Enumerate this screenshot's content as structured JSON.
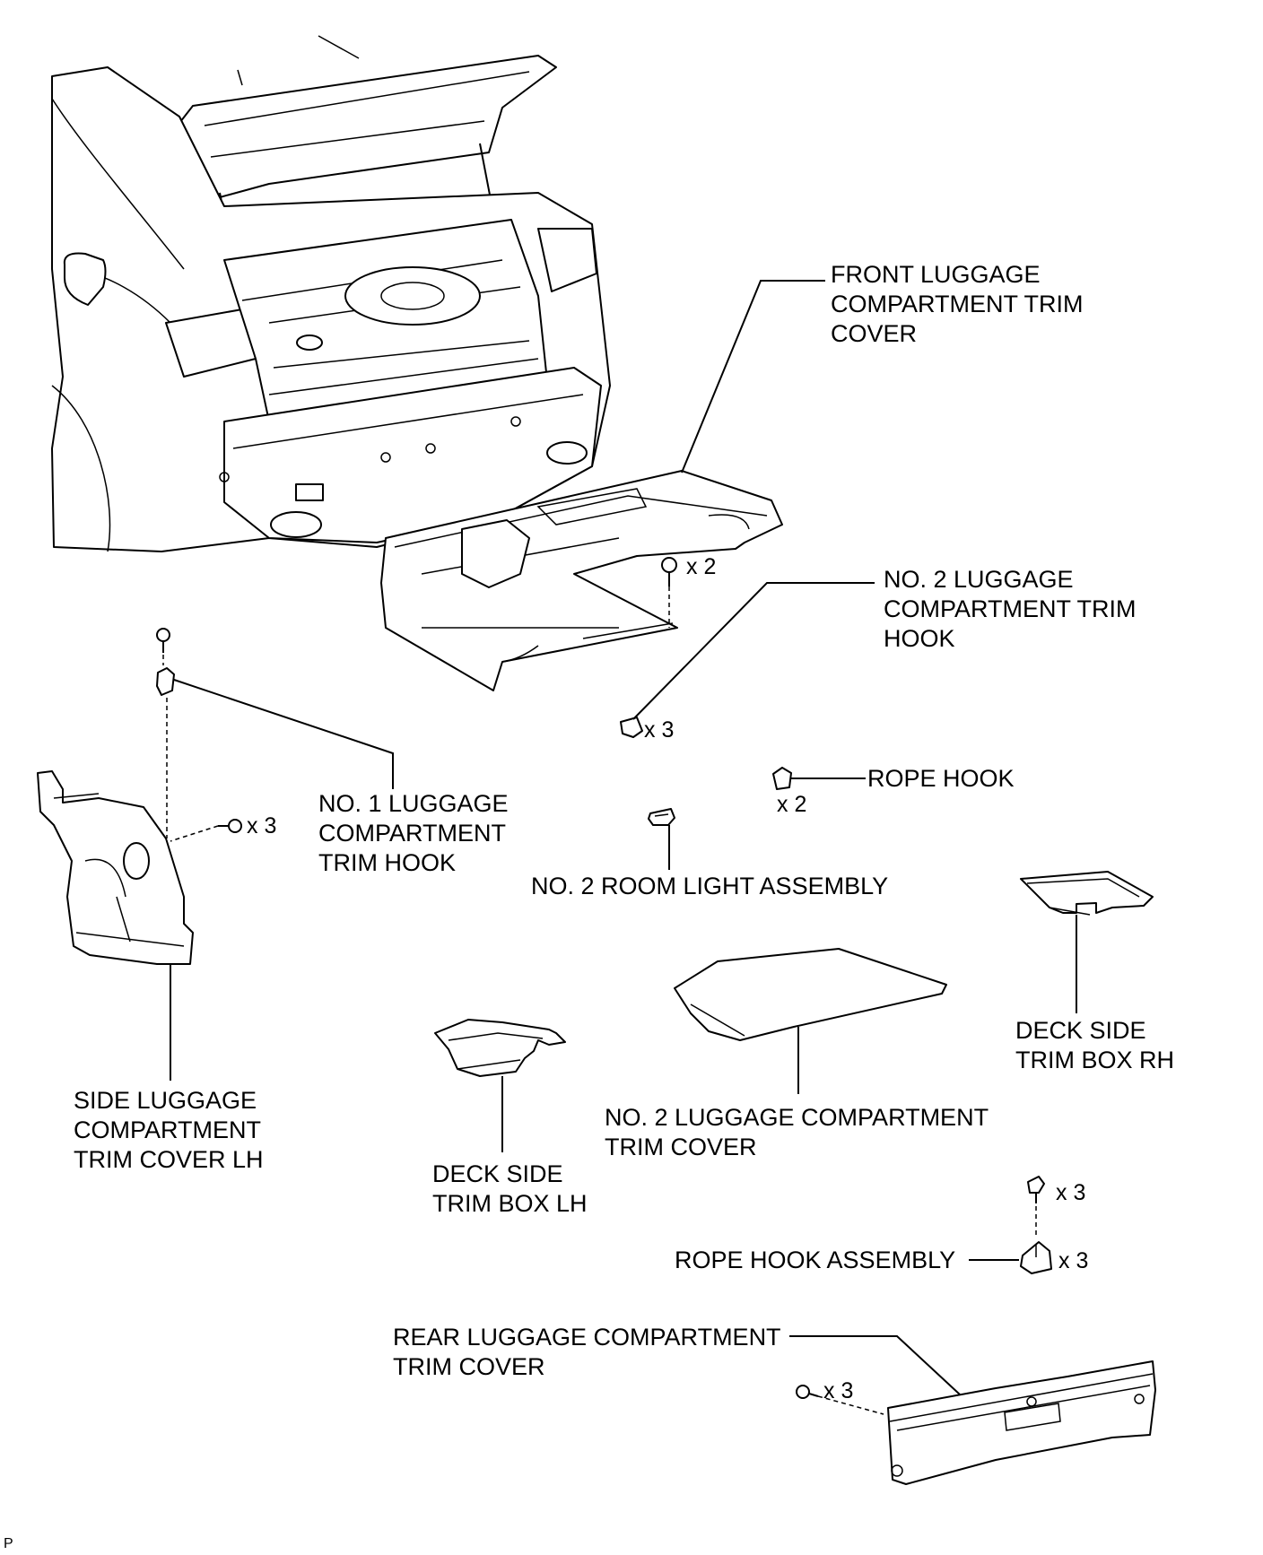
{
  "labels": {
    "front_cover": [
      "FRONT LUGGAGE",
      "COMPARTMENT TRIM",
      "COVER"
    ],
    "no2_hook": [
      "NO. 2 LUGGAGE",
      "COMPARTMENT TRIM",
      "HOOK"
    ],
    "no1_hook": [
      "NO. 1 LUGGAGE",
      "COMPARTMENT",
      "TRIM HOOK"
    ],
    "rope_hook": "ROPE HOOK",
    "room_light": "NO. 2 ROOM LIGHT ASSEMBLY",
    "deck_rh": [
      "DECK SIDE",
      "TRIM BOX RH"
    ],
    "side_lh": [
      "SIDE LUGGAGE",
      "COMPARTMENT",
      "TRIM COVER LH"
    ],
    "no2_cover": [
      "NO. 2 LUGGAGE COMPARTMENT",
      "TRIM COVER"
    ],
    "deck_lh": [
      "DECK SIDE",
      "TRIM BOX LH"
    ],
    "rope_hook_assy": "ROPE HOOK ASSEMBLY",
    "rear_cover": [
      "REAR LUGGAGE COMPARTMENT",
      "TRIM COVER"
    ]
  },
  "quantities": {
    "front_clip": "x 2",
    "no2_hook": "x 3",
    "rope_hook": "x 2",
    "side_clip": "x 3",
    "rope_assy_bolt": "x 3",
    "rope_assy": "x 3",
    "rear_clip": "x 3"
  },
  "corner_mark": "P"
}
